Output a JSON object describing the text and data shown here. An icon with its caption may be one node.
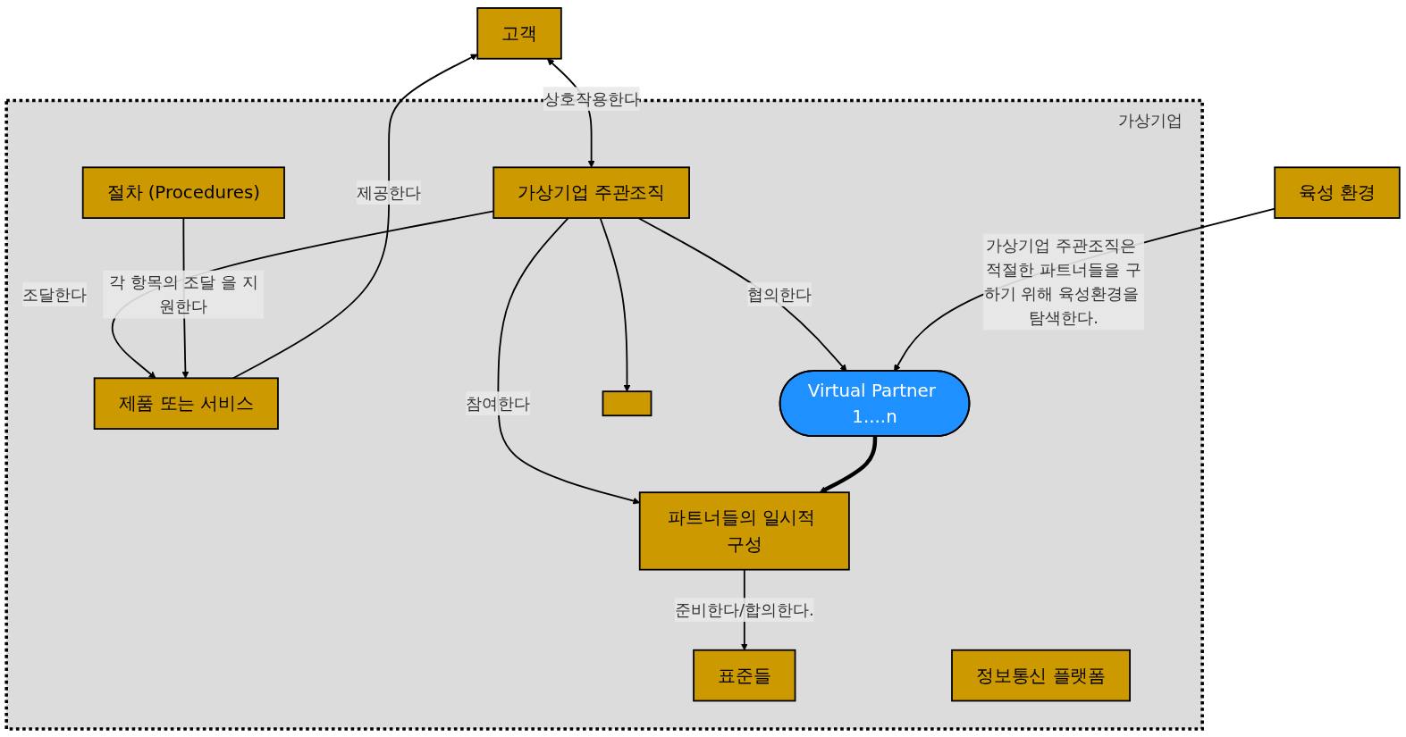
{
  "diagram": {
    "nodes": [
      {
        "text": [
          "고객"
        ]
      },
      {
        "text": [
          "육성 환경"
        ]
      },
      {
        "text": [
          "가상기업"
        ]
      },
      {
        "text": [
          "가상기업 주관조직"
        ],
        "in": 2
      },
      {
        "text": [
          "제품 또는 서비스"
        ],
        "in": 2
      },
      {
        "text": [
          "Virtual Partner 1....n"
        ],
        "in": 2
      },
      {
        "text": [
          "파트너들의 일시적 구성"
        ],
        "in": 2
      },
      {
        "text": [],
        "shape": "box",
        "in": 2
      },
      {
        "text": [
          "표준들"
        ],
        "in": 2
      },
      {
        "text": [
          "정보통신 플랫폼"
        ],
        "in": 2
      },
      {
        "text": [
          "절차 (Procedures)"
        ],
        "in": 2
      }
    ],
    "edges": [
      {
        "from": 4,
        "to": 0,
        "arrow": "to",
        "label": "제공한다"
      },
      {
        "from": 0,
        "to": 3,
        "arrow": "both",
        "label": "상호작용한다"
      },
      {
        "from": 3,
        "to": 4,
        "arrow": "to",
        "label": "조달한다"
      },
      {
        "from": 3,
        "to": 6,
        "arrow": "to",
        "label": "참여한다"
      },
      {
        "from": 3,
        "to": 5,
        "arrow": "to",
        "label": "협의한다"
      },
      {
        "from": 1,
        "to": 5,
        "arrow": "to",
        "label": "가상기업 주관조직은 적절한 파트너들을 구하기 위해 육성환경을 탐색한다."
      },
      {
        "from": 5,
        "to": 6,
        "arrow": "to",
        "style": "thick"
      },
      {
        "from": 3,
        "to": 7,
        "arrow": "to"
      },
      {
        "from": 6,
        "to": 8,
        "arrow": "to",
        "label": "준비한다/합의한다."
      },
      {
        "from": 10,
        "to": 4,
        "arrow": "to",
        "label": "각 항목의 조달 을 지원한다"
      }
    ]
  }
}
